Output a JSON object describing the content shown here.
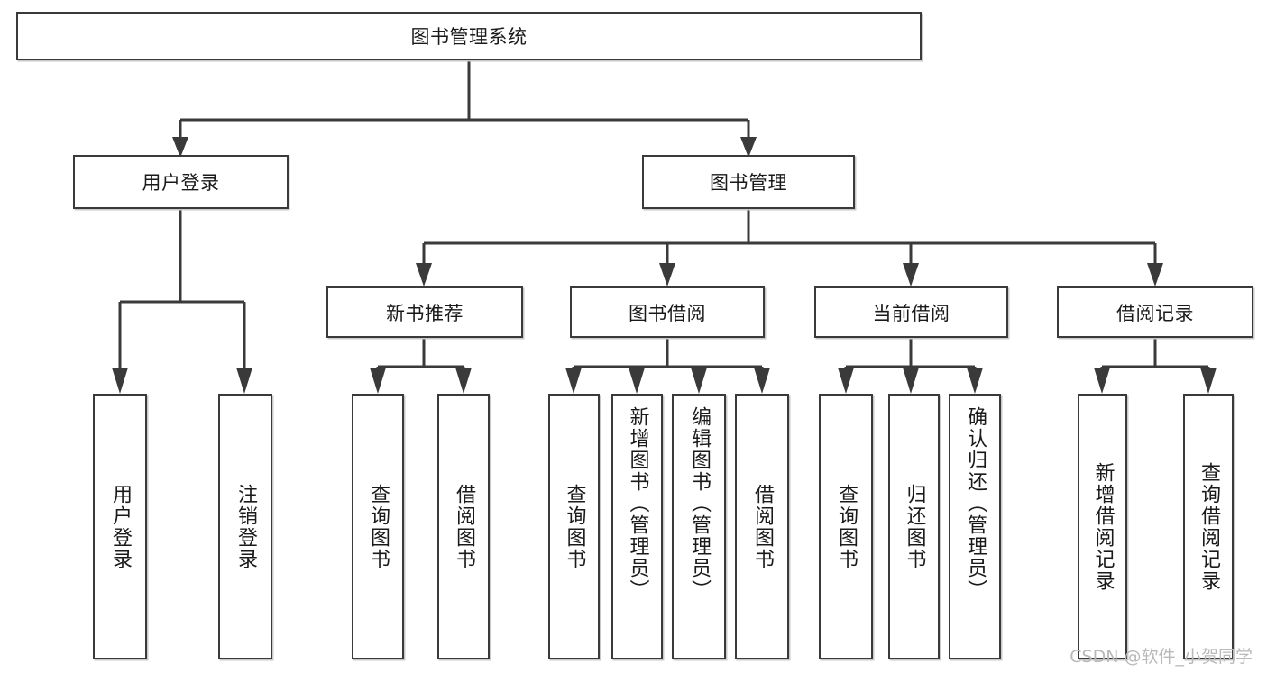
{
  "diagram": {
    "title": "图书管理系统",
    "type": "tree-hierarchy-chart",
    "watermark": "CSDN @软件_小贺同学",
    "colors": {
      "stroke": "#3a3a3a",
      "fill": "#ffffff",
      "text": "#1a1a1a",
      "watermark": "#b9b9b9"
    },
    "levels": {
      "root": {
        "label": "图书管理系统"
      },
      "level2": [
        {
          "label": "用户登录"
        },
        {
          "label": "图书管理"
        }
      ],
      "level3": [
        {
          "label": "新书推荐"
        },
        {
          "label": "图书借阅"
        },
        {
          "label": "当前借阅"
        },
        {
          "label": "借阅记录"
        }
      ],
      "leaves": [
        {
          "label": "用户登录",
          "parent": "用户登录"
        },
        {
          "label": "注销登录",
          "parent": "用户登录"
        },
        {
          "label": "查询图书",
          "parent": "新书推荐"
        },
        {
          "label": "借阅图书",
          "parent": "新书推荐"
        },
        {
          "label": "查询图书",
          "parent": "图书借阅"
        },
        {
          "label": "新增图书（管理员）",
          "parent": "图书借阅"
        },
        {
          "label": "编辑图书（管理员）",
          "parent": "图书借阅"
        },
        {
          "label": "借阅图书",
          "parent": "图书借阅"
        },
        {
          "label": "查询图书",
          "parent": "当前借阅"
        },
        {
          "label": "归还图书",
          "parent": "当前借阅"
        },
        {
          "label": "确认归还（管理员）",
          "parent": "当前借阅"
        },
        {
          "label": "新增借阅记录",
          "parent": "借阅记录"
        },
        {
          "label": "查询借阅记录",
          "parent": "借阅记录"
        }
      ]
    }
  }
}
